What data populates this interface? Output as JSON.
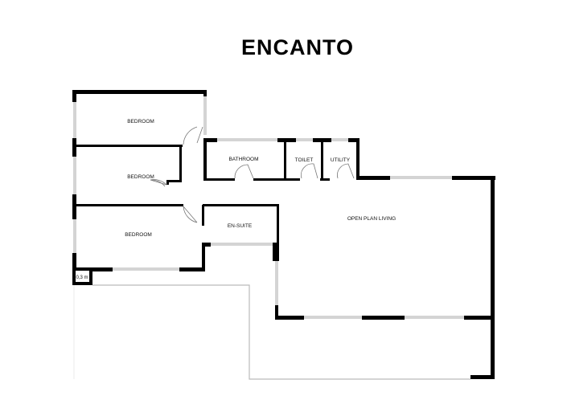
{
  "title": "ENCANTO",
  "rooms": {
    "bedroom_1": "BEDROOM",
    "bedroom_2": "BEDROOM",
    "bedroom_3": "BEDROOM",
    "bathroom": "BATHROOM",
    "toilet": "TOILET",
    "utility": "UTILITY",
    "en_suite": "EN-SUITE",
    "open_plan_living": "OPEN PLAN LIVING"
  },
  "scale_label": "0,3 m",
  "colors": {
    "wall": "#000000",
    "window": "#aaaaaa",
    "outline": "#bbbbbb"
  }
}
